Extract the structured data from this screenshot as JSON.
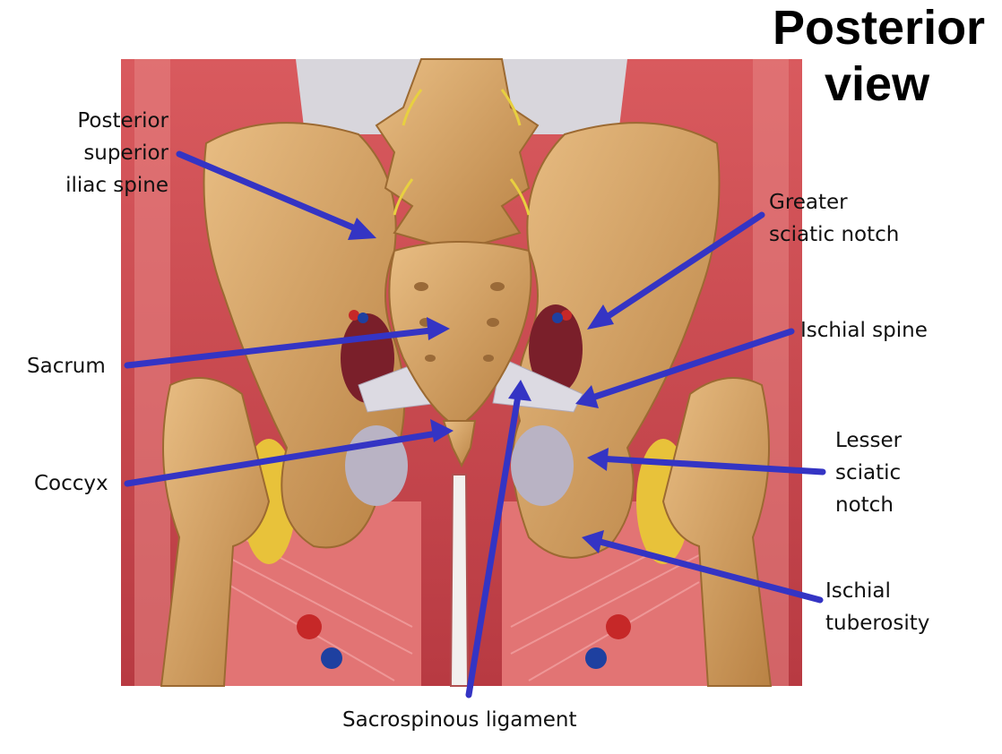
{
  "title": {
    "line1": "Posterior",
    "line2": "view"
  },
  "colors": {
    "arrow": "#3434c4",
    "bone": "#d9a86a",
    "bone_shadow": "#a8733a",
    "muscle": "#c9484e",
    "muscle_light": "#e07a7a",
    "fat": "#e8c23a",
    "ligament": "#d8d6dc",
    "artery": "#c62828",
    "vein": "#1e40a0",
    "nerve": "#e8d040"
  },
  "labels": {
    "psis": {
      "lines": [
        "Posterior",
        "superior",
        "iliac spine"
      ]
    },
    "greater_sciatic": {
      "lines": [
        "Greater",
        "sciatic notch"
      ]
    },
    "sacrum": {
      "lines": [
        "Sacrum"
      ]
    },
    "ischial_spine": {
      "lines": [
        "Ischial spine"
      ]
    },
    "coccyx": {
      "lines": [
        "Coccyx"
      ]
    },
    "lesser_sciatic": {
      "lines": [
        "Lesser",
        "sciatic",
        "notch"
      ]
    },
    "ischial_tuberosity": {
      "lines": [
        "Ischial",
        "tuberosity"
      ]
    },
    "sacrospinous": {
      "lines": [
        "Sacrospinous ligament"
      ]
    }
  }
}
